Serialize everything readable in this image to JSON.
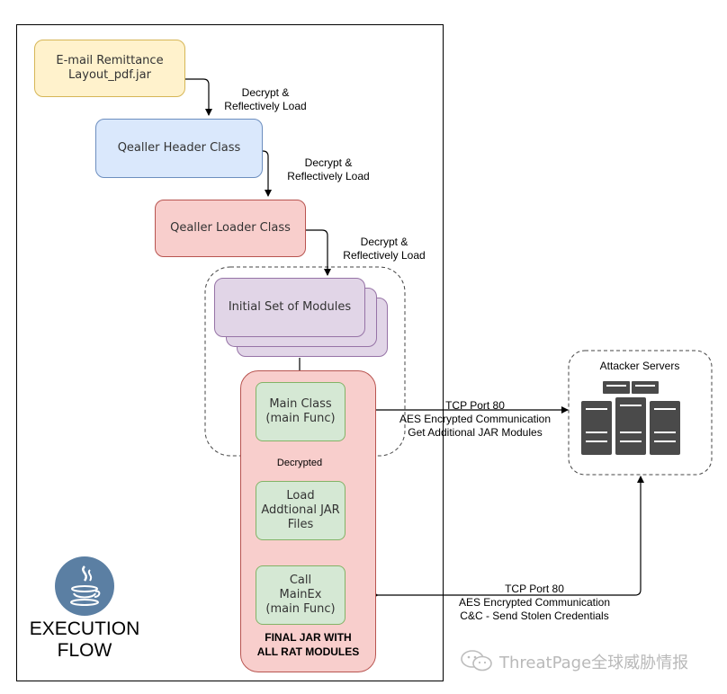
{
  "nodes": {
    "email_jar": "E-mail Remittance\nLayout_pdf.jar",
    "header_class": "Qealler Header Class",
    "loader_class": "Qealler Loader Class",
    "initial_modules": "Initial Set of Modules",
    "main_class": "Main Class\n(main Func)",
    "load_jar": "Load\nAddtional JAR\nFiles",
    "call_mainex": "Call\nMainEx\n(main Func)",
    "final_jar": "FINAL JAR WITH\nALL RAT MODULES",
    "attacker_servers": "Attacker Servers"
  },
  "edge_labels": {
    "decrypt_1": "Decrypt &\nReflectively Load",
    "decrypt_2": "Decrypt &\nReflectively Load",
    "decrypt_3": "Decrypt &\nReflectively Load",
    "decrypted": "Decrypted",
    "tcp_1": "TCP Port 80\nAES Encrypted Communication\nGet Additional JAR Modules",
    "tcp_2": "TCP Port 80\nAES Encrypted Communication\nC&C - Send Stolen Credentials"
  },
  "execution_flow": "EXECUTION\nFLOW",
  "icons": {
    "java": "java-logo-icon",
    "server": "server-rack-icon",
    "wechat": "wechat-icon"
  },
  "watermark": "ThreatPage全球威胁情报",
  "colors": {
    "yellow": "#fff2cc",
    "blue": "#dae8fc",
    "red": "#f8cecc",
    "purple": "#e1d5e7",
    "green": "#d5e8d4",
    "server": "#4a4a4a",
    "java": "#5b7fa3"
  }
}
